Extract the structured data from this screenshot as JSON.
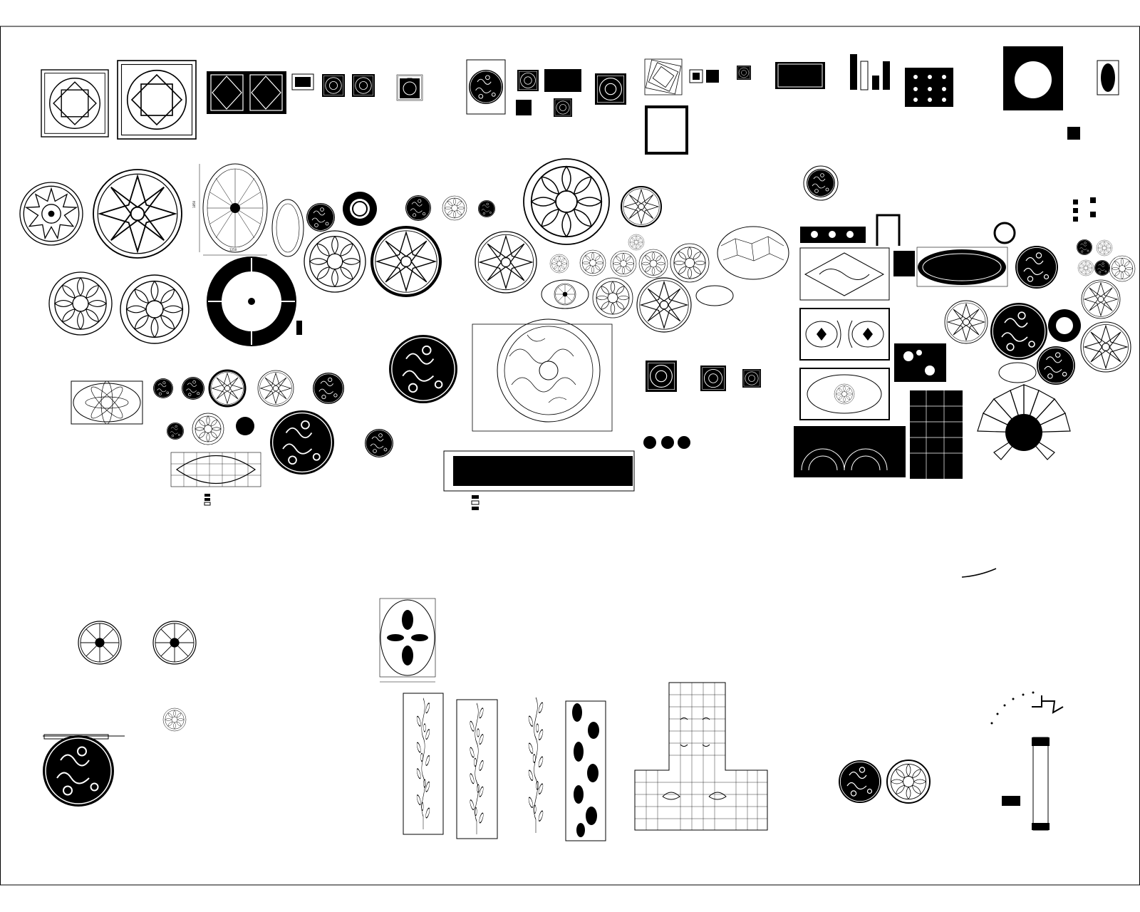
{
  "drawing": {
    "kind": "CAD sheet of floor medallion, waterjet mosaic and border patterns",
    "stroke_color": "#000000",
    "background": "#ffffff"
  },
  "dimensions": {
    "oval_height": "1850",
    "oval_width": "1250"
  },
  "colors": {
    "ink": "#000000",
    "paper": "#ffffff"
  }
}
